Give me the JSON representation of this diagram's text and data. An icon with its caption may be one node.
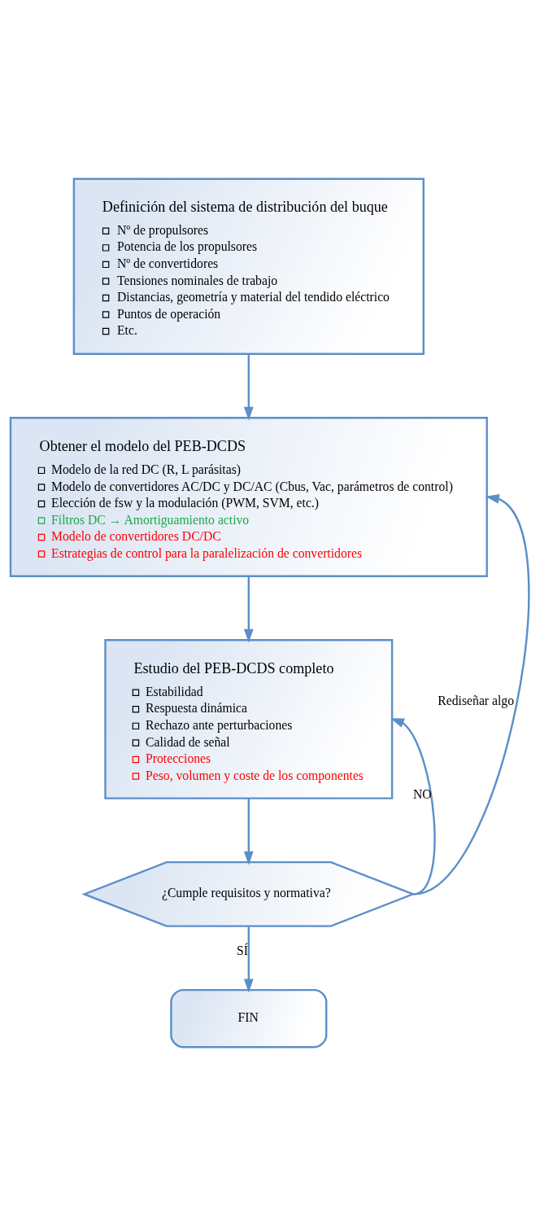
{
  "diagram": {
    "nodes": [
      {
        "text": [
          "Definición del sistema de distribución del buque",
          "Nº de propulsores",
          "Potencia de los propulsores",
          "Nº de convertidores",
          "Tensiones nominales de trabajo",
          "Distancias, geometría y material del tendido eléctrico",
          "Puntos de operación",
          "Etc."
        ]
      },
      {
        "text": [
          "Obtener el modelo del PEB-DCDS",
          "Modelo de la red DC (R, L parásitas)",
          "Modelo de convertidores AC/DC y DC/AC (Cbus, Vac, parámetros de control)",
          "Elección de fsw y la modulación (PWM, SVM, etc.)",
          "Filtros DC → Amortiguamiento activo",
          "Modelo de convertidores DC/DC",
          "Estrategias de control para la paralelización de convertidores"
        ]
      },
      {
        "text": [
          "Estudio del PEB-DCDS completo",
          "Estabilidad",
          "Respuesta dinámica",
          "Rechazo ante perturbaciones",
          "Calidad de señal",
          "Protecciones",
          "Peso, volumen y coste de los componentes"
        ]
      },
      {
        "text": [
          "¿Cumple requisitos y normativa?"
        ]
      },
      {
        "text": [
          "FIN"
        ]
      }
    ],
    "edges": [
      {
        "from": 0,
        "to": 1,
        "arrow": "to"
      },
      {
        "from": 1,
        "to": 2,
        "arrow": "to"
      },
      {
        "from": 2,
        "to": 3,
        "arrow": "to"
      },
      {
        "from": 3,
        "to": 4,
        "arrow": "to",
        "label": "SÍ"
      },
      {
        "from": 3,
        "to": 2,
        "arrow": "to",
        "label": "NO"
      },
      {
        "from": 3,
        "to": 1,
        "arrow": "to",
        "label": "Rediseñar algo"
      }
    ]
  }
}
